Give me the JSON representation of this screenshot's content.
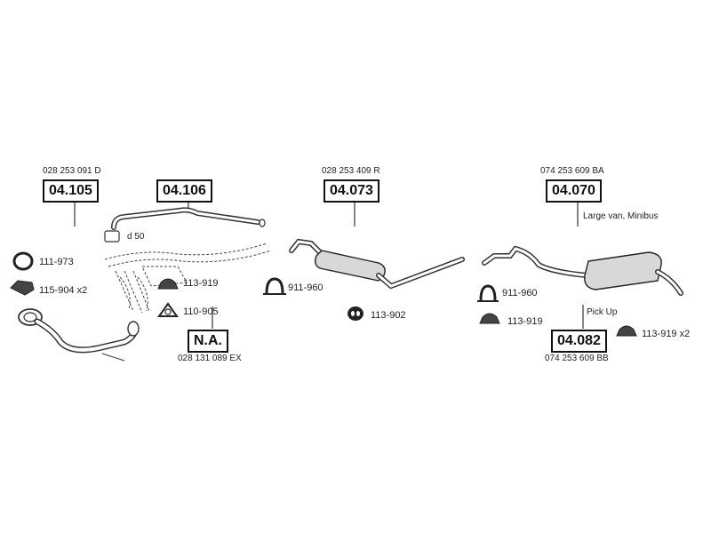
{
  "groups": [
    {
      "ref": "028 253 091 D",
      "code": "04.105"
    },
    {
      "code": "04.106",
      "note": "d 50"
    },
    {
      "ref": "028 253 409 R",
      "code": "04.073"
    },
    {
      "ref": "074 253 609 BA",
      "code": "04.070",
      "note": "Large van, Minibus"
    },
    {
      "code": "04.082",
      "ref": "074 253 609 BB",
      "note": "Pick Up"
    },
    {
      "code": "N.A.",
      "ref": "028 131 089 EX"
    }
  ],
  "parts": {
    "p111_973": "111-973",
    "p115_904": "115-904 x2",
    "p113_919_a": "113-919",
    "p110_905": "110-905",
    "p911_960_a": "911-960",
    "p113_902": "113-902",
    "p911_960_b": "911-960",
    "p113_919_b": "113-919",
    "p113_919_c": "113-919 x2"
  }
}
